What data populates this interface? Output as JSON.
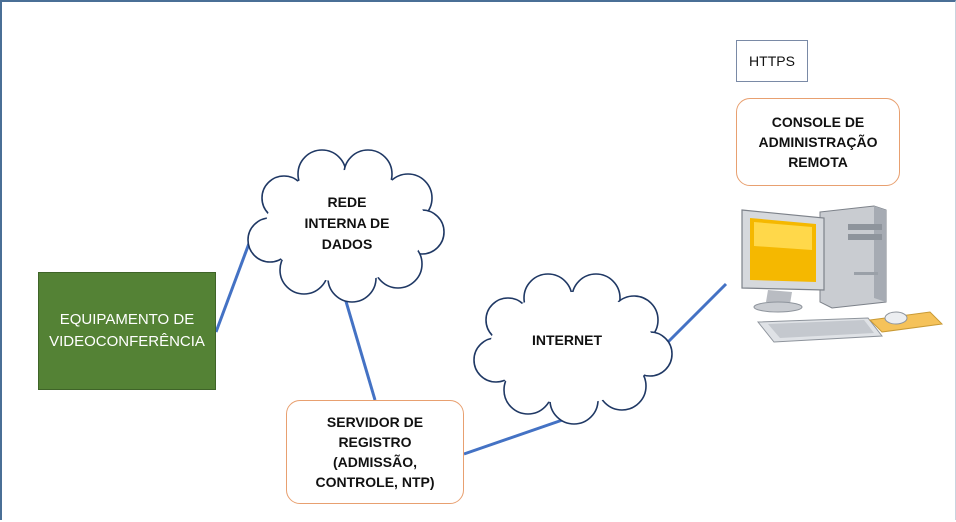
{
  "nodes": {
    "equipment": "EQUIPAMENTO DE\nVIDEOCONFERÊNCIA",
    "internal_network": "REDE\nINTERNA DE\nDADOS",
    "internet": "INTERNET",
    "server": "SERVIDOR DE\nREGISTRO\n(ADMISSÃO,\nCONTROLE, NTP)",
    "https": "HTTPS",
    "console": "CONSOLE DE\nADMINISTRAÇÃO\nREMOTA"
  },
  "icons": {
    "computer": "desktop-computer-icon"
  },
  "colors": {
    "connector": "#4472c4",
    "equipment_fill": "#548235",
    "box_border": "#e8a070"
  }
}
